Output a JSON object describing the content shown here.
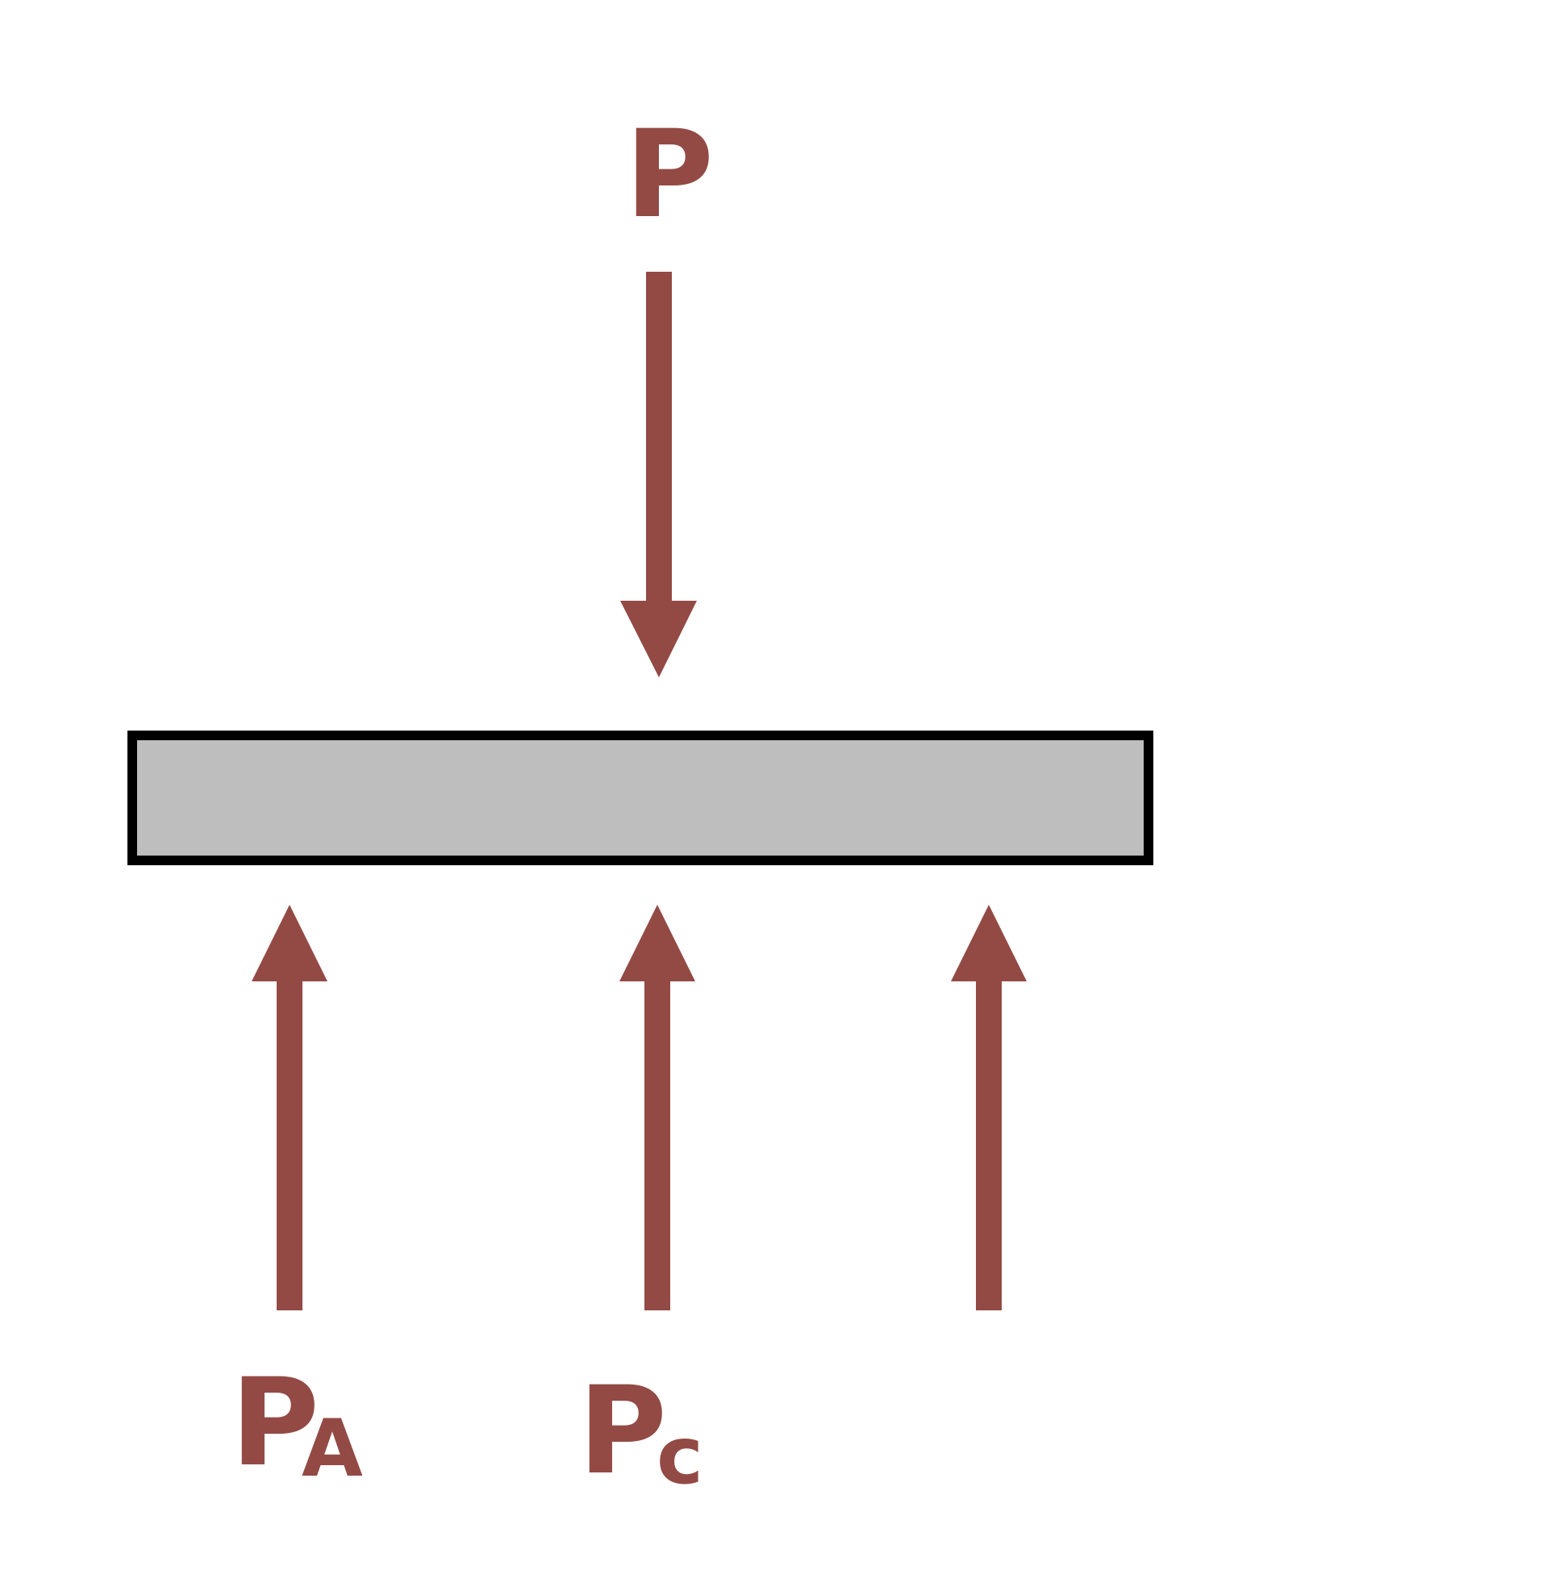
{
  "colors": {
    "force": "#934a44",
    "beam_fill": "#bebebe",
    "beam_stroke": "#000000",
    "background": "#ffffff"
  },
  "labels": {
    "applied_load": {
      "main": "P",
      "sub": ""
    },
    "reaction_a": {
      "main": "P",
      "sub": "A"
    },
    "reaction_c": {
      "main": "P",
      "sub": "c"
    }
  },
  "forces": {
    "applied": {
      "direction": "down"
    },
    "reactions": [
      {
        "name": "reaction-a",
        "direction": "up"
      },
      {
        "name": "reaction-c",
        "direction": "up"
      },
      {
        "name": "reaction-right",
        "direction": "up"
      }
    ]
  }
}
